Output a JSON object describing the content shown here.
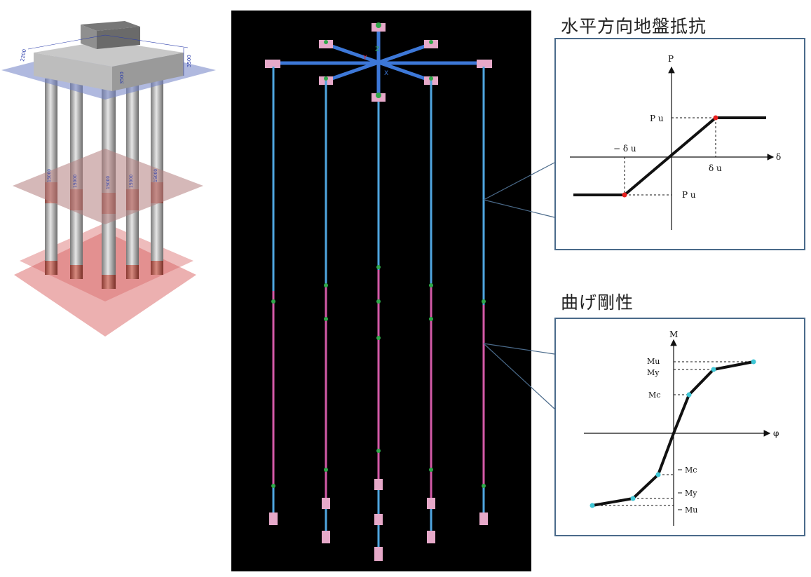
{
  "soil_graph": {
    "title": "水平方向地盤抵抗",
    "p_axis": "P",
    "delta_axis": "δ",
    "pu_top": "P u",
    "pu_bottom": "P u",
    "neg_delta_u": "− δ u",
    "delta_u": "δ u",
    "point_color": "#e8201e"
  },
  "bend_graph": {
    "title": "曲げ剛性",
    "m_axis": "M",
    "phi_axis": "φ",
    "pos_labels": [
      "Mu",
      "My",
      "Mc"
    ],
    "neg_labels": [
      "Mc",
      "My",
      "Mu"
    ],
    "point_color": "#3fc7d6"
  },
  "model_3d": {
    "dims": [
      "3500",
      "3500",
      "2200",
      "15000",
      "15000",
      "15000",
      "15000",
      "15000"
    ],
    "plane_colors": [
      "#6f7fc4",
      "#b27e7e",
      "#e07c7c"
    ]
  },
  "frame_view": {
    "axis_labels": [
      "X",
      "Y",
      "Z"
    ],
    "pile_top_color": "#4fa6e0",
    "pile_mid_color": "#d45aa8",
    "spring_color": "#2fa84a",
    "support_color": "#e6a9c9"
  }
}
